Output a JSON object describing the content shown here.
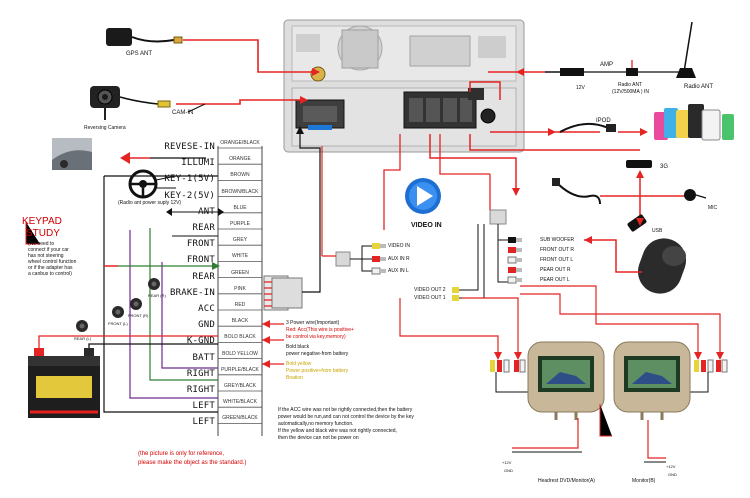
{
  "colors": {
    "red_wire": "#e52323",
    "black_wire": "#111111",
    "green_wire": "#2f7d32",
    "purple_wire": "#6a2c8e",
    "box": "#d9d9d9"
  },
  "top": {
    "gps_ant": "GPS ANT",
    "cam_in": "CAM-IN",
    "reversing_camera": "Reversing Camera",
    "amp": "AMP",
    "v12": "12V",
    "radio_ant_note_1": "Radio ANT",
    "radio_ant_note_2": "(12V/500MA ) IN",
    "radio_ant": "Radio ANT",
    "ipod": "IPOD",
    "g3": "3G",
    "mic": "MIC",
    "usb": "USB"
  },
  "left_pins": [
    {
      "label": "REVESE-IN",
      "color": "ORANGE/BLACK"
    },
    {
      "label": "ILLUMI",
      "color": "ORANGE"
    },
    {
      "label": "KEY-1(5V)",
      "color": "BROWN"
    },
    {
      "label": "KEY-2(5V)",
      "color": "BROWN/BLACK"
    },
    {
      "label": "ANT",
      "color": "BLUE"
    },
    {
      "label": "REAR",
      "color": "PURPLE"
    },
    {
      "label": "FRONT",
      "color": "GREY"
    },
    {
      "label": "FRONT",
      "color": "WHITE"
    },
    {
      "label": "REAR",
      "color": "GREEN"
    },
    {
      "label": "BRAKE-IN",
      "color": "PINK"
    },
    {
      "label": "ACC",
      "color": "RED"
    },
    {
      "label": "GND",
      "color": "BLACK"
    },
    {
      "label": "K-GND",
      "color": "BOLD BLACK"
    },
    {
      "label": "BATT",
      "color": "BOLD YELLOW"
    },
    {
      "label": "RIGHT",
      "color": "PURPLE/BLACK"
    },
    {
      "label": "RIGHT",
      "color": "GREY/BLACK"
    },
    {
      "label": "LEFT",
      "color": "WHITE/BLACK"
    },
    {
      "label": "LEFT",
      "color": "GREEN/BLACK"
    }
  ],
  "radio_ant_power": "(Radio ant power suply 12V)",
  "keypad": {
    "title_1": "KEYPAD",
    "title_2": "STUDY",
    "note": [
      "(No need to",
      "connect if your car",
      "has not steering",
      "wheel control function",
      "or if the adapter has",
      "a canbus to control)"
    ]
  },
  "speakers": {
    "front_l": "FRONT (L)",
    "front_r": "FRONT (R)",
    "rear_r": "REAR (R)",
    "rear_l": "REAR (L)"
  },
  "power_notes": {
    "acc_1": "3 Power wire(Important)",
    "acc_2": "Red: Acc(This wire is positive+",
    "acc_3": "be control via key,memory)",
    "kgnd_1": "Bold black",
    "kgnd_2": "power negative-from battery",
    "batt_1": "Bold yellow",
    "batt_2": "Power positive+from battery",
    "batt_3": "Bnation"
  },
  "warning": [
    "If the ACC wire was not be rightly connected,then the battery",
    "power would be run,and can not control the device by the key",
    "automatically,no memory function.",
    "If the yellow and black wire was not rightly connected,",
    "then the device can not be power on"
  ],
  "reference_note": [
    "(the picture is only for reference,",
    "please make the object as the standard.)"
  ],
  "video": {
    "video_in": "VIDEO IN",
    "video_in_label": "VIDEO IN",
    "aux_r": "AUX IN R",
    "aux_l": "AUX IN L",
    "video_out_2": "VIDEO OUT 2",
    "video_out_1": "VIDEO OUT 1"
  },
  "outputs": [
    "SUB WOOFER",
    "FRONT OUT R",
    "FRONT OUT L",
    "PEAR OUT R",
    "PEAR OUT L"
  ],
  "monitors": {
    "v12": "+12V",
    "gnd": "GND",
    "headrest": "Headrest DVD/Monitor(A)",
    "monitor_b": "Monitor(B)"
  }
}
